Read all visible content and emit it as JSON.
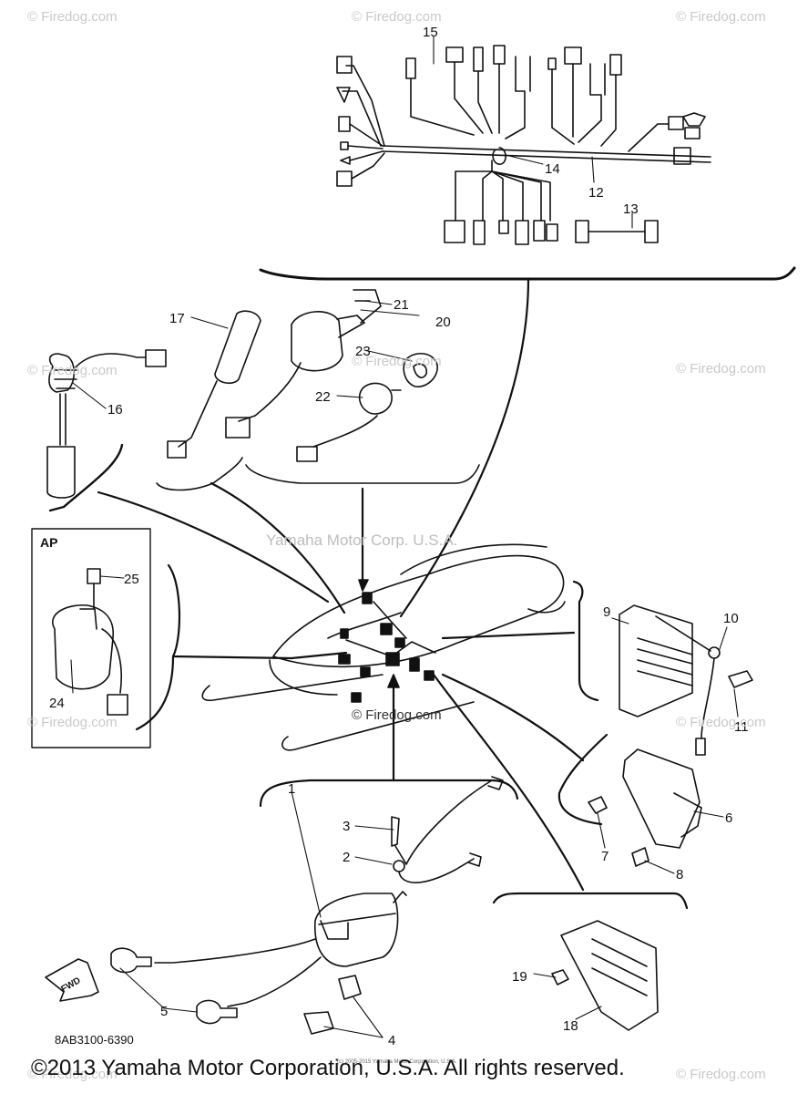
{
  "watermark": "© Firedog.com",
  "center_watermark": "Yamaha Motor Corp. U.S.A.",
  "center_firedog": "© Firedog.com",
  "diagram_code": "8AB3100-6390",
  "copyright": "©2013 Yamaha Motor Corporation, U.S.A. All rights reserved.",
  "small_copyright": "(c) 2005-2015 Yamaha Motor Corporation, U.S.A.",
  "inset_label": "AP",
  "fwd_label": "FWD",
  "part_numbers": [
    "1",
    "2",
    "3",
    "4",
    "5",
    "6",
    "7",
    "8",
    "9",
    "10",
    "11",
    "12",
    "13",
    "14",
    "15",
    "16",
    "17",
    "18",
    "19",
    "20",
    "21",
    "22",
    "23",
    "24",
    "25"
  ]
}
